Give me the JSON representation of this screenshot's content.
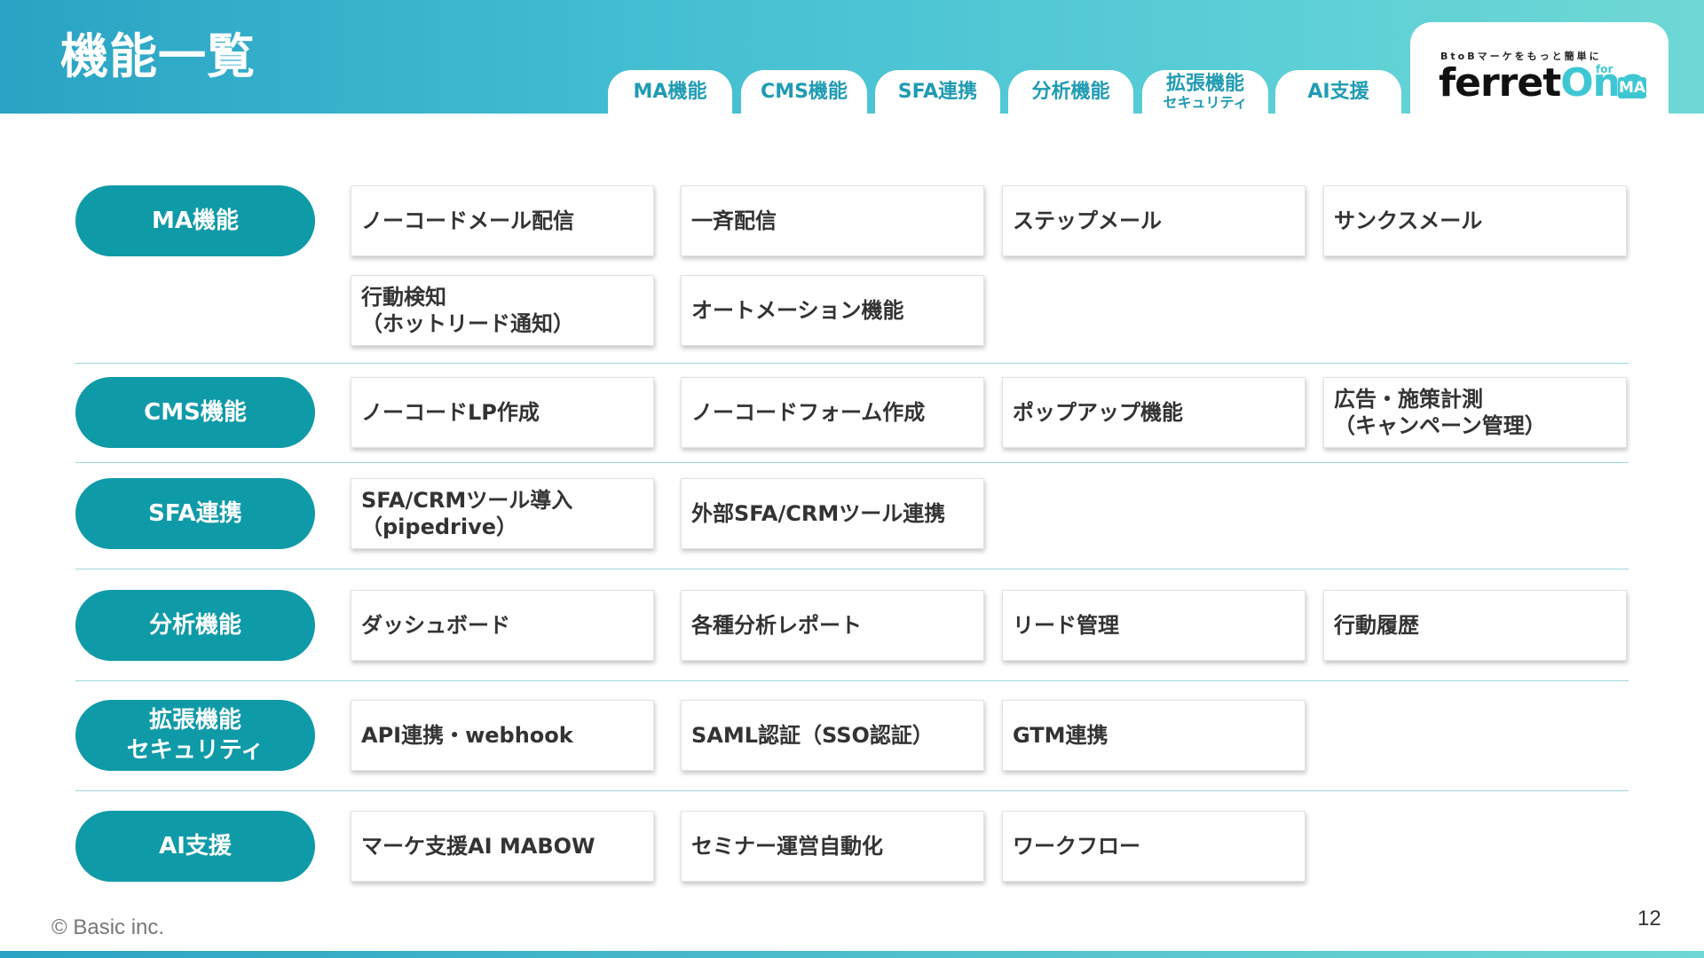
{
  "header": {
    "title": "機能一覧",
    "tabs": [
      {
        "label": "MA機能"
      },
      {
        "label": "CMS機能"
      },
      {
        "label": "SFA連携"
      },
      {
        "label": "分析機能"
      },
      {
        "label": "拡張機能",
        "sublabel": "セキュリティ"
      },
      {
        "label": "AI支援"
      }
    ],
    "logo": {
      "tagline": "BtoBマーケをもっと簡単に",
      "word1": "ferret",
      "word2": "One",
      "for": "for",
      "badge": "MA"
    }
  },
  "rows": [
    {
      "category": [
        "MA機能"
      ],
      "items": [
        [
          "ノーコードメール配信"
        ],
        [
          "一斉配信"
        ],
        [
          "ステップメール"
        ],
        [
          "サンクスメール"
        ],
        [
          "行動検知",
          "（ホットリード通知）"
        ],
        [
          "オートメーション機能"
        ]
      ]
    },
    {
      "category": [
        "CMS機能"
      ],
      "items": [
        [
          "ノーコードLP作成"
        ],
        [
          "ノーコードフォーム作成"
        ],
        [
          "ポップアップ機能"
        ],
        [
          "広告・施策計測",
          "（キャンペーン管理）"
        ]
      ]
    },
    {
      "category": [
        "SFA連携"
      ],
      "items": [
        [
          "SFA/CRMツール導入",
          "（pipedrive）"
        ],
        [
          "外部SFA/CRMツール連携"
        ]
      ]
    },
    {
      "category": [
        "分析機能"
      ],
      "items": [
        [
          "ダッシュボード"
        ],
        [
          "各種分析レポート"
        ],
        [
          "リード管理"
        ],
        [
          "行動履歴"
        ]
      ]
    },
    {
      "category": [
        "拡張機能",
        "セキュリティ"
      ],
      "items": [
        [
          "API連携・webhook"
        ],
        [
          "SAML認証（SSO認証）"
        ],
        [
          "GTM連携"
        ]
      ]
    },
    {
      "category": [
        "AI支援"
      ],
      "items": [
        [
          "マーケ支援AI MABOW"
        ],
        [
          "セミナー運営自動化"
        ],
        [
          "ワークフロー"
        ]
      ]
    }
  ],
  "footer": {
    "copyright": "© Basic inc.",
    "page_number": "12"
  },
  "colors": {
    "pill": "#0f9aa8",
    "tab_text": "#1f9bb3",
    "header_start": "#2aa3c4",
    "header_end": "#6fd8d4"
  }
}
